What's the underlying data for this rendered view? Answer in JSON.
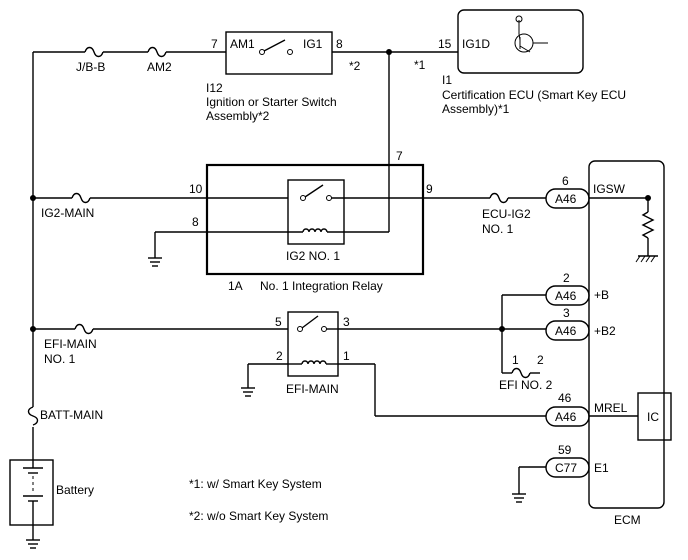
{
  "fuses": {
    "jbb": "J/B-B",
    "am2": "AM2",
    "ig2_main": "IG2-MAIN",
    "efi_main_no1_line1": "EFI-MAIN",
    "efi_main_no1_line2": "NO. 1",
    "batt_main": "BATT-MAIN",
    "ecu_ig2_line1": "ECU-IG2",
    "ecu_ig2_line2": "NO. 1",
    "efi_no2": "EFI NO. 2"
  },
  "ignition_switch": {
    "code": "I12",
    "name_line1": "Ignition or Starter Switch",
    "name_line2": "Assembly*2",
    "term_am1": "AM1",
    "term_ig1": "IG1",
    "pin_am1": "7",
    "pin_ig1": "8",
    "note": "*2"
  },
  "certification_ecu": {
    "code": "I1",
    "name_line1": "Certification ECU (Smart Key ECU",
    "name_line2": "Assembly)*1",
    "term": "IG1D",
    "pin": "15",
    "note": "*1"
  },
  "integration_relay": {
    "code": "1A",
    "name": "No. 1 Integration Relay",
    "relay_label": "IG2 NO. 1",
    "pin_in": "10",
    "pin_out": "9",
    "pin_coil_ground": "8",
    "pin_coil_feed": "7"
  },
  "efi_main_relay": {
    "label": "EFI-MAIN",
    "pin5": "5",
    "pin3": "3",
    "pin2": "2",
    "pin1": "1"
  },
  "efi_no2_pins": {
    "left": "1",
    "right": "2"
  },
  "ecm": {
    "label": "ECM",
    "ic": "IC",
    "connectors": [
      {
        "pin": "6",
        "conn": "A46",
        "term": "IGSW"
      },
      {
        "pin": "2",
        "conn": "A46",
        "term": "+B"
      },
      {
        "pin": "3",
        "conn": "A46",
        "term": "+B2"
      },
      {
        "pin": "46",
        "conn": "A46",
        "term": "MREL"
      },
      {
        "pin": "59",
        "conn": "C77",
        "term": "E1"
      }
    ]
  },
  "battery": "Battery",
  "notes": {
    "n1": "*1: w/ Smart Key System",
    "n2": "*2: w/o Smart Key System"
  }
}
